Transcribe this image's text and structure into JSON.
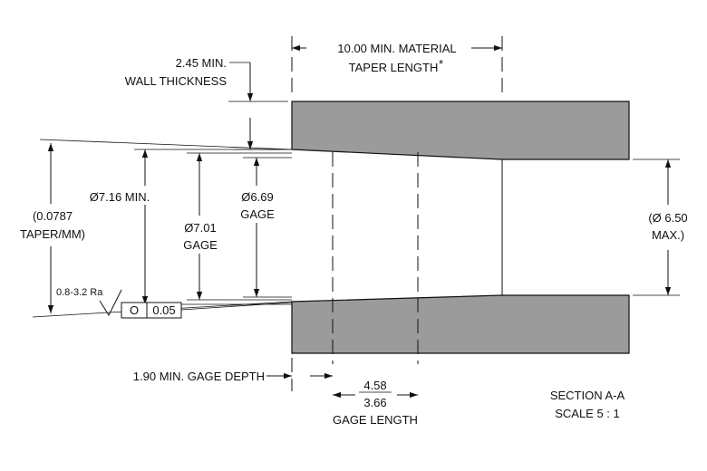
{
  "labels": {
    "material_taper_line1": "10.00 MIN. MATERIAL",
    "material_taper_line2": "TAPER LENGTH",
    "asterisk": "*",
    "wall_line1": "2.45 MIN.",
    "wall_line2": "WALL THICKNESS",
    "taper_line1": "(0.0787",
    "taper_line2": "TAPER/MM)",
    "dia_min": "Ø7.16 MIN.",
    "dia_gage_line1": "Ø7.01",
    "dia_gage_line2": "GAGE",
    "dia_669_line1": "Ø6.69",
    "dia_669_line2": "GAGE",
    "dia_max_line1": "(Ø 6.50",
    "dia_max_line2": "MAX.)",
    "roughness": "0.8-3.2 Ra",
    "tolerance_symbol": "O",
    "tolerance_value": "0.05",
    "gage_depth": "1.90 MIN. GAGE DEPTH",
    "gage_len_max": "4.58",
    "gage_len_min": "3.66",
    "gage_length": "GAGE LENGTH",
    "section": "SECTION  A-A",
    "scale": "SCALE 5 : 1"
  }
}
